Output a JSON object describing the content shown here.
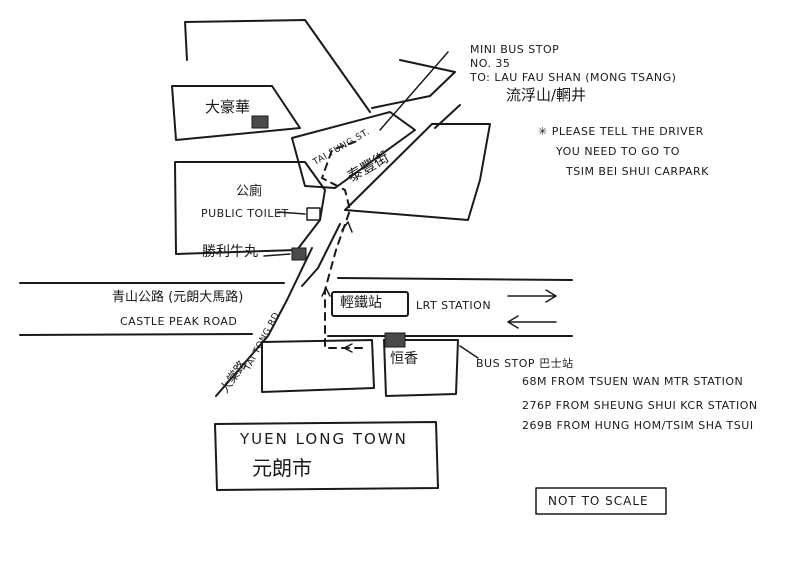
{
  "labels": {
    "tai_ho_wah": "大豪華",
    "public_toilet_cn": "公廁",
    "public_toilet_en": "PUBLIC TOILET",
    "shing_lee_ngau_chi": "勝利牛丸",
    "castle_peak_road_cn": "青山公路 (元朗大馬路)",
    "castle_peak_road_en": "CASTLE PEAK ROAD",
    "tai_tong_road_cn": "大棠路",
    "tai_tong_road_en": "TAI TONG RD.",
    "tai_fung_st_en": "TAI FUNG ST.",
    "tai_fung_st_cn": "泰豐街",
    "lrt_station_cn": "輕鐵站",
    "lrt_station_en": "LRT STATION",
    "hang_heung": "恒香",
    "yuen_long_town_en": "YUEN LONG TOWN",
    "yuen_long_town_cn": "元朗市",
    "not_to_scale": "NOT TO SCALE"
  },
  "minibus": {
    "line1": "MINI BUS STOP",
    "line2": "NO. 35",
    "line3": "TO: LAU FAU SHAN (MONG TSANG)",
    "line4": "流浮山/輞井"
  },
  "note": {
    "line1": "✳ PLEASE TELL THE DRIVER",
    "line2": "YOU NEED TO GO TO",
    "line3": "TSIM BEI SHUI CARPARK"
  },
  "bus_stop": {
    "title": "BUS STOP 巴士站",
    "routes": [
      "68M FROM TSUEN WAN MTR STATION",
      "276P FROM SHEUNG SHUI KCR STATION",
      "269B FROM HUNG HOM/TSIM SHA TSUI"
    ]
  },
  "colors": {
    "ink": "#1a1a1a",
    "paper": "#ffffff",
    "hatch": "#4a4a4a"
  }
}
